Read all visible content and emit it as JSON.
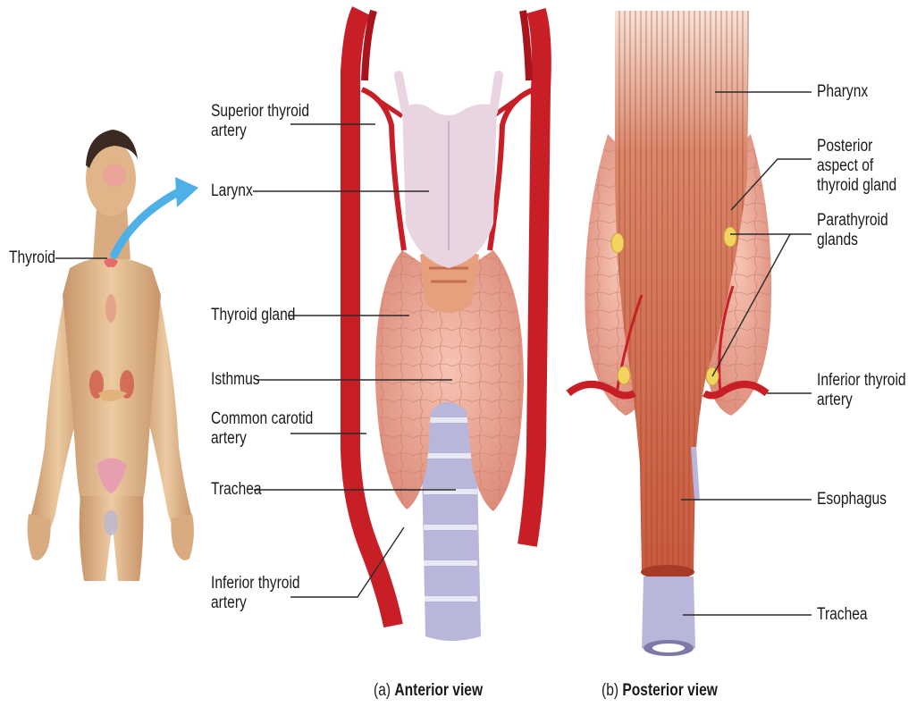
{
  "labels": {
    "thyroid": "Thyroid",
    "superior_thyroid_artery": "Superior thyroid artery",
    "larynx": "Larynx",
    "thyroid_gland": "Thyroid gland",
    "isthmus": "Isthmus",
    "common_carotid_artery": "Common carotid artery",
    "trachea_anterior": "Trachea",
    "inferior_thyroid_artery_anterior": "Inferior thyroid artery",
    "pharynx": "Pharynx",
    "posterior_aspect": "Posterior aspect of thyroid gland",
    "parathyroid_glands": "Parathyroid glands",
    "inferior_thyroid_artery_posterior": "Inferior thyroid artery",
    "esophagus": "Esophagus",
    "trachea_posterior": "Trachea"
  },
  "captions": {
    "anterior_prefix": "(a)",
    "anterior_text": "Anterior view",
    "posterior_prefix": "(b)",
    "posterior_text": "Posterior view"
  },
  "colors": {
    "artery": "#d3242b",
    "gland": "#e9a596",
    "cartilage": "#e9d5e1",
    "trachea": "#b8b6db",
    "muscle": "#c8513a",
    "skin": "#e2b98c",
    "parathyroid": "#f3d461",
    "arrow": "#4fb0e8"
  }
}
